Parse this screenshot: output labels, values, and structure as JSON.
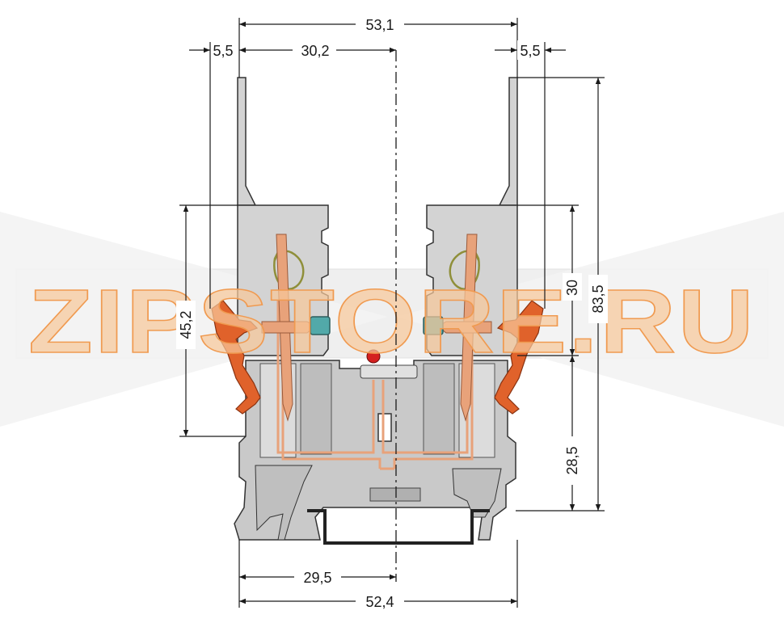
{
  "dimensions": {
    "top_overall": "53,1",
    "top_left_offset": "5,5",
    "top_center_left": "30,2",
    "top_right_offset": "5,5",
    "left_height": "45,2",
    "right_upper_height": "30",
    "right_total_height": "83,5",
    "right_lower_height": "28,5",
    "bottom_half_width": "29,5",
    "bottom_overall": "52,4"
  },
  "watermark": {
    "text": "ZIPSTORE.RU"
  },
  "colors": {
    "housing": "#d3d3d3",
    "housing_dark": "#999999",
    "outline": "#333333",
    "lever": "#e0622b",
    "clamp": "#e8a27a",
    "spring_steel": "#8f8f3a",
    "clamp_window": "#52a9a9",
    "led": "#d42020",
    "dim_line": "#1a1a1a",
    "watermark_fill": "#f7c79a",
    "watermark_stroke": "#f09a50"
  }
}
